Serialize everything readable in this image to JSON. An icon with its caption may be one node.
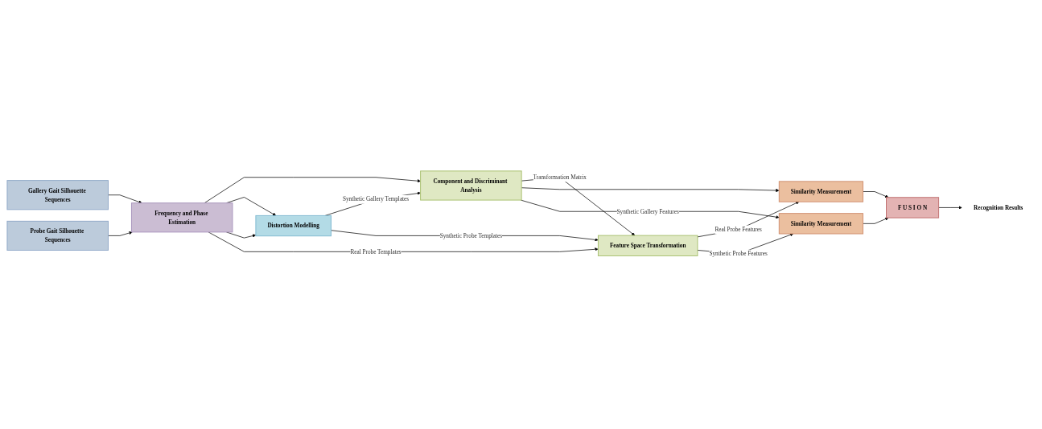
{
  "diagram": {
    "nodes": [
      {
        "text": [
          "Gallery Gait Silhouette Sequences"
        ]
      },
      {
        "text": [
          "Probe Gait Silhouette Sequences"
        ]
      },
      {
        "text": [
          "Frequency and Phase Estimation"
        ]
      },
      {
        "text": [
          "Distortion Modelling"
        ]
      },
      {
        "text": [
          "Component and Discriminant Analysis"
        ]
      },
      {
        "text": [
          "Feature Space Transformation"
        ]
      },
      {
        "text": [
          "Similarity Measurement"
        ]
      },
      {
        "text": [
          "Similarity Measurement"
        ]
      },
      {
        "text": [
          "F U S I O N"
        ]
      },
      {
        "text": [
          "Recognition Results"
        ]
      }
    ],
    "edges": [
      {
        "from": 0,
        "to": 2,
        "arrow": "to"
      },
      {
        "from": 1,
        "to": 2,
        "arrow": "to"
      },
      {
        "from": 2,
        "to": 4,
        "arrow": "to"
      },
      {
        "from": 2,
        "to": 3,
        "arrow": "to"
      },
      {
        "from": 2,
        "to": 3,
        "arrow": "to"
      },
      {
        "from": 2,
        "to": 5,
        "label": "Real Probe Templates",
        "arrow": "to"
      },
      {
        "from": 3,
        "to": 4,
        "label": "Synthetic Gallery Templates",
        "arrow": "to"
      },
      {
        "from": 3,
        "to": 5,
        "label": "Synthetic Probe Templates",
        "arrow": "to"
      },
      {
        "from": 4,
        "to": 5,
        "label": "Transformation Matrix",
        "arrow": "to"
      },
      {
        "from": 4,
        "to": 6,
        "arrow": "to"
      },
      {
        "from": 4,
        "to": 7,
        "label": "Synthetic Gallery Features",
        "arrow": "to"
      },
      {
        "from": 5,
        "to": 6,
        "label": "Real Probe Features",
        "arrow": "to"
      },
      {
        "from": 5,
        "to": 7,
        "label": "Synthetic Probe Features",
        "arrow": "to"
      },
      {
        "from": 6,
        "to": 8,
        "arrow": "to"
      },
      {
        "from": 7,
        "to": 8,
        "arrow": "to"
      },
      {
        "from": 8,
        "to": 9,
        "arrow": "to"
      }
    ]
  }
}
